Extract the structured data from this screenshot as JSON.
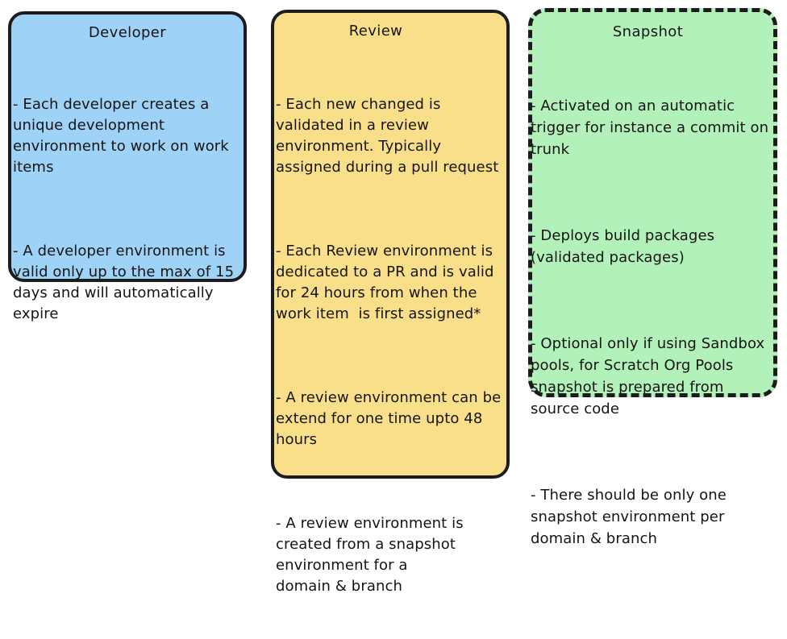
{
  "diagram": {
    "type": "three-column-notes",
    "background_color": "#ffffff",
    "cards": [
      {
        "id": "developer",
        "title": "Developer",
        "fill_color": "#9ED2F7",
        "border_color": "#1c1c1c",
        "border_style": "solid",
        "paragraphs": [
          "- Each developer creates a unique development environment to work on work items",
          "- A developer environment is valid only up to the max of 15 days and will automatically expire"
        ]
      },
      {
        "id": "review",
        "title": "Review",
        "fill_color": "#FADF8B",
        "border_color": "#1c1c1c",
        "border_style": "solid",
        "paragraphs": [
          "- Each new changed is validated in a review environment. Typically assigned during a pull request",
          "- Each Review environment is dedicated to a PR and is valid for 24 hours from when the work item  is first assigned*",
          "- A review environment can be extend for one time upto 48 hours",
          "- A review environment is created from a snapshot environment for a\ndomain & branch"
        ]
      },
      {
        "id": "snapshot",
        "title": "Snapshot",
        "fill_color": "#B3F1BB",
        "border_color": "#1c1c1c",
        "border_style": "dashed",
        "paragraphs": [
          "- Activated on an automatic trigger for instance a commit on trunk",
          "- Deploys build packages (validated packages)",
          "- Optional only if using Sandbox pools, for Scratch Org Pools snapshot is prepared from source code",
          "- There should be only one snapshot environment per domain & branch"
        ]
      }
    ]
  }
}
